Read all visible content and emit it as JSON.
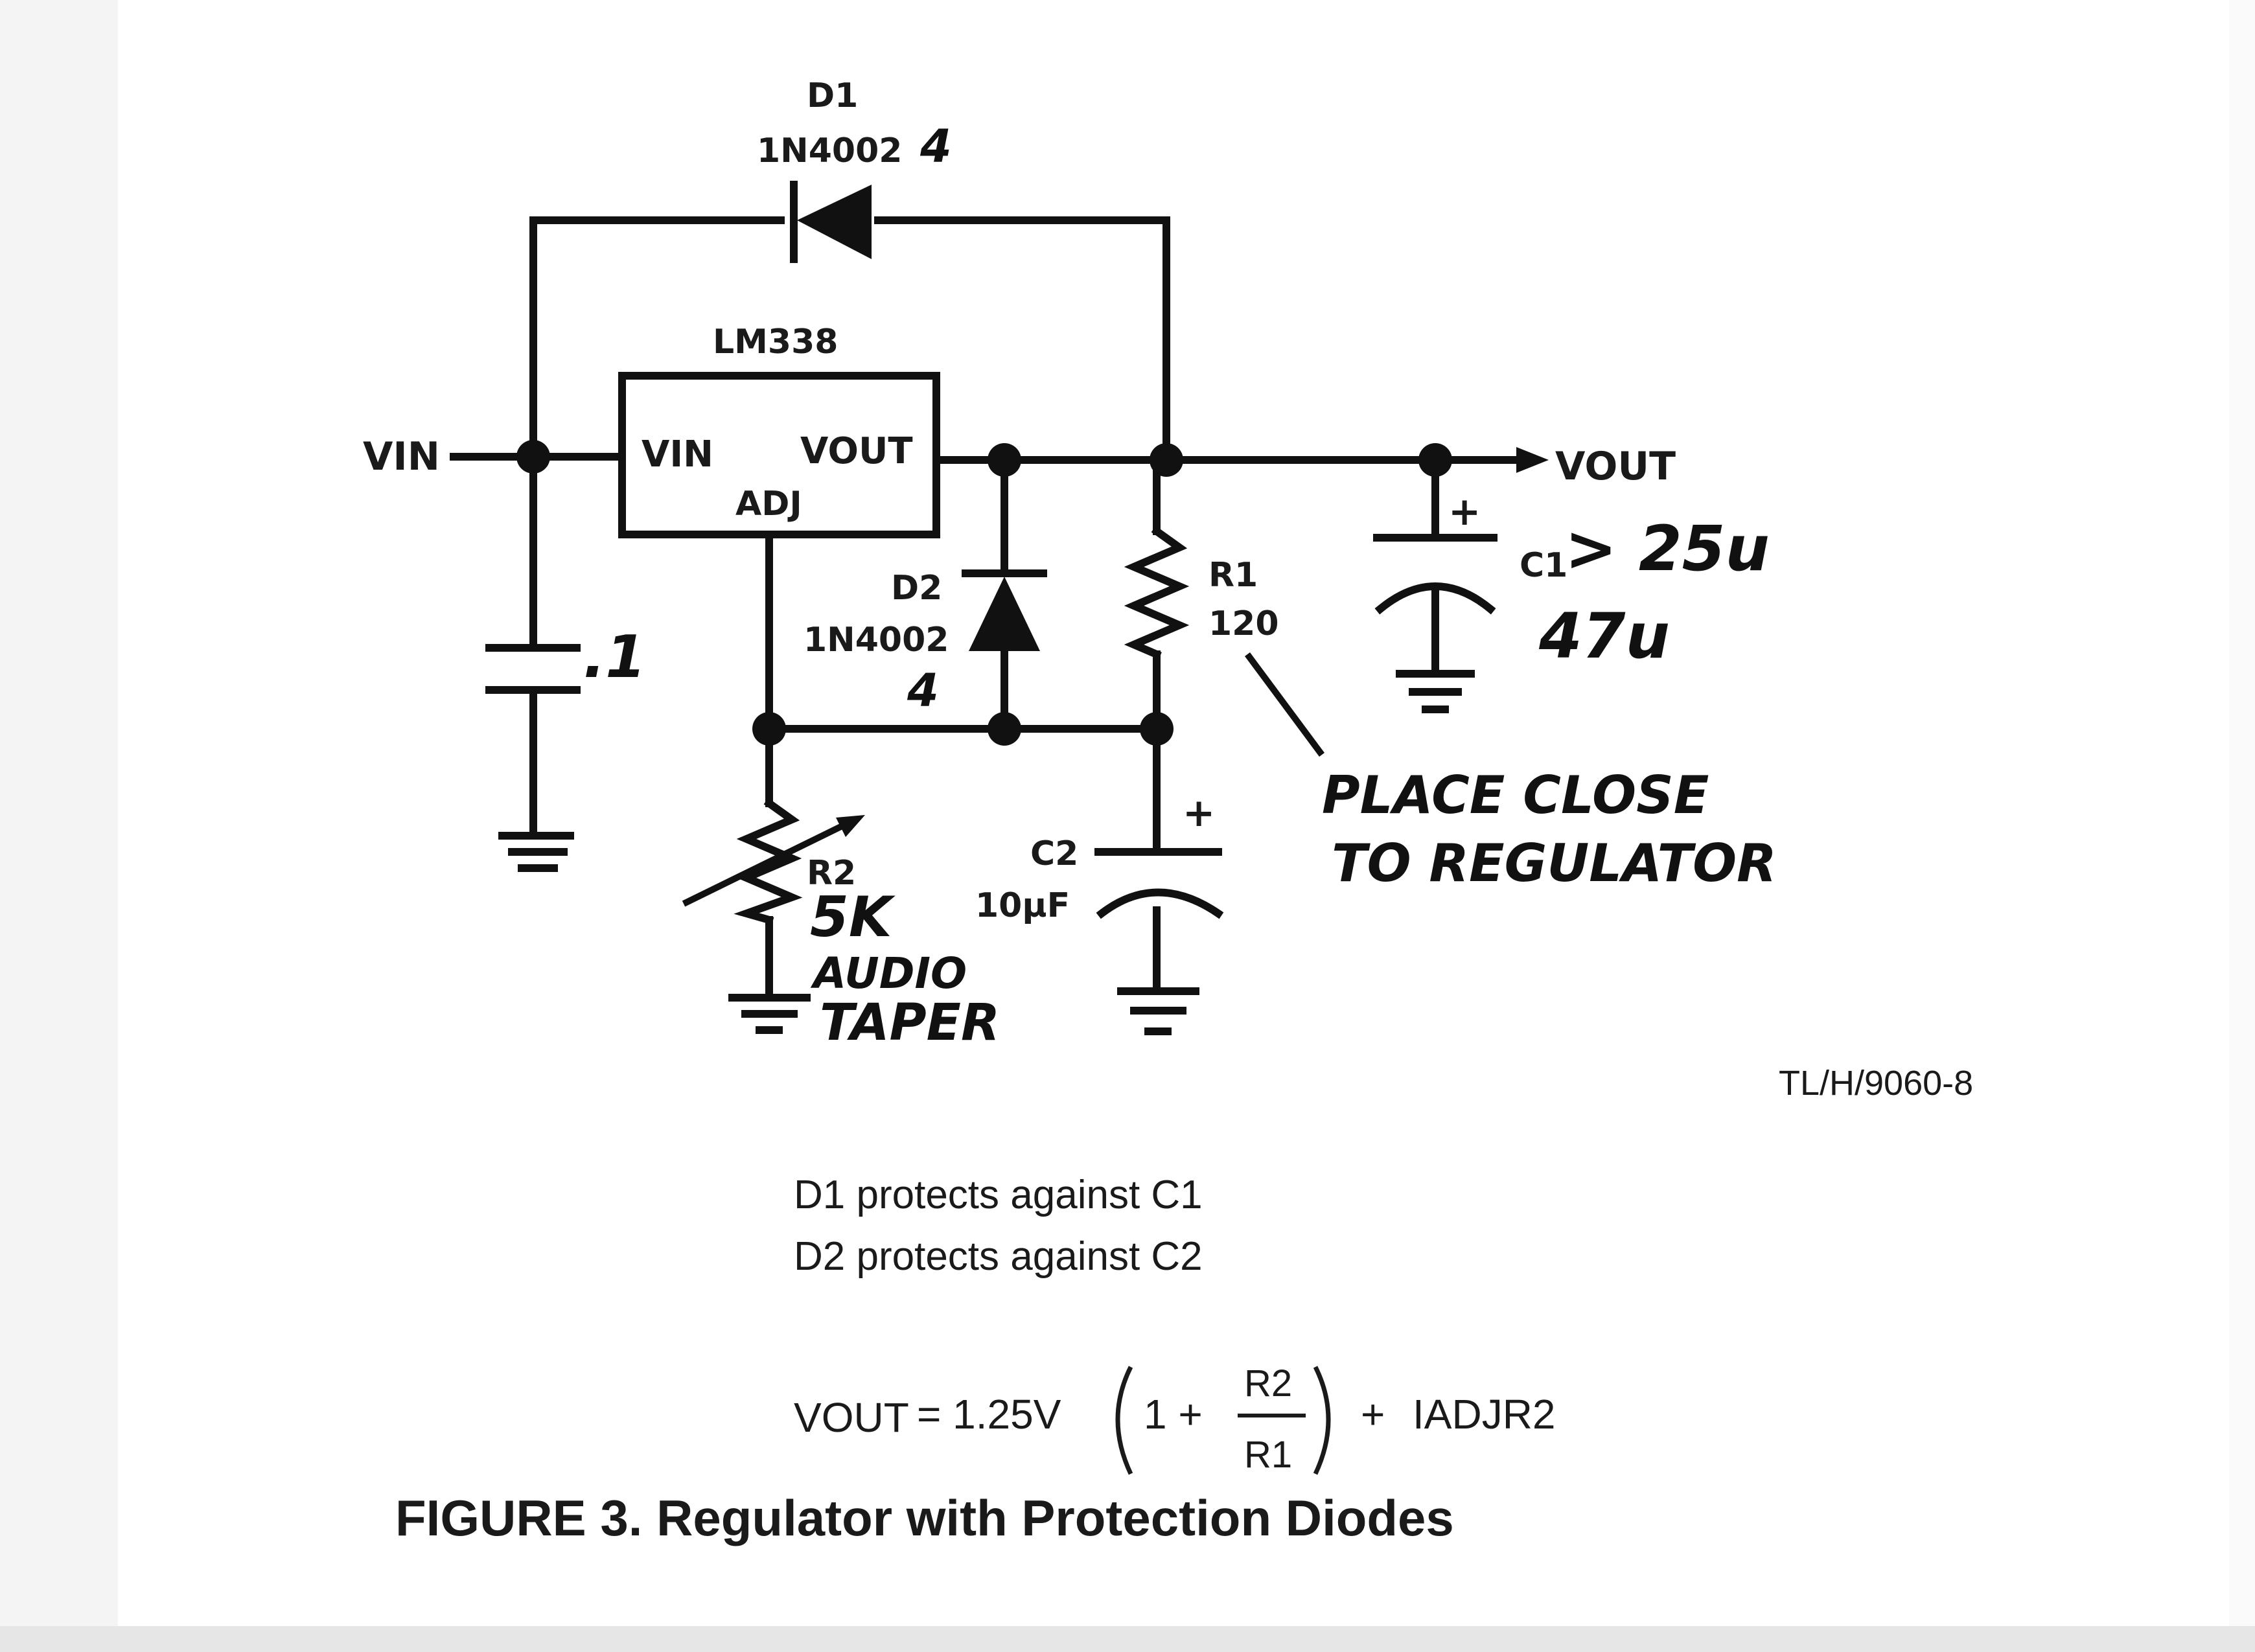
{
  "diagram": {
    "labels": {
      "d1_name": "D1",
      "d1_part": "1N4002",
      "d1_part_hand": "4",
      "ic_name": "LM338",
      "ic_vin": "VIN",
      "ic_vout": "VOUT",
      "ic_adj": "ADJ",
      "vin_terminal": "VIN",
      "vout_terminal": "VOUT",
      "d2_name": "D2",
      "d2_part": "1N4002",
      "d2_part_hand": "4",
      "r1_name": "R1",
      "r1_value": "120",
      "c1_name": "C1",
      "c1_plus": "+",
      "c2_name": "C2",
      "c2_value": "10μF",
      "c2_plus": "+",
      "r2_name": "R2",
      "tl_ref": "TL/H/9060-8"
    },
    "handwritten": {
      "cin_value": ".1",
      "c1_value_1": "> 25u",
      "c1_value_2": "47u",
      "r2_value": "5K",
      "r2_note_1": "AUDIO",
      "r2_note_2": "TAPER",
      "r1_note_1": "PLACE CLOSE",
      "r1_note_2": "TO REGULATOR"
    }
  },
  "caption": {
    "line1": "D1 protects against C1",
    "line2": "D2 protects against C2",
    "formula": {
      "lhs": "VOUT",
      "equals": "= 1.25V",
      "one_plus": "1 +",
      "numerator": "R2",
      "denominator": "R1",
      "tail_plus": "+",
      "tail": "IADJR2"
    },
    "figure_title": "FIGURE 3. Regulator with Protection Diodes"
  }
}
